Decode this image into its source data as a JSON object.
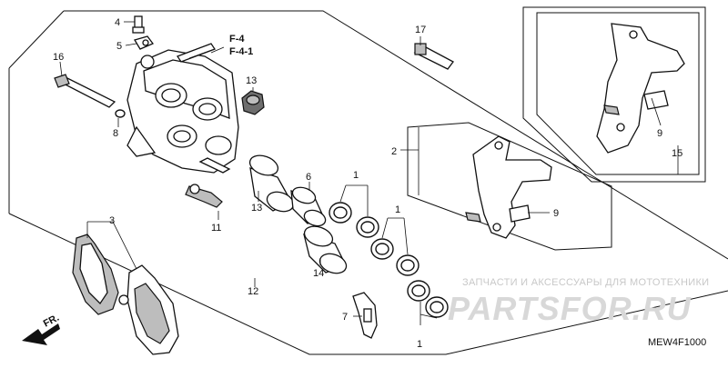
{
  "diagram": {
    "code": "MEW4F1000",
    "refs": [
      "F-4",
      "F-4-1"
    ],
    "front_label": "FR."
  },
  "callouts": [
    {
      "id": "c1a",
      "text": "1"
    },
    {
      "id": "c1b",
      "text": "1"
    },
    {
      "id": "c1c",
      "text": "1"
    },
    {
      "id": "c2",
      "text": "2"
    },
    {
      "id": "c3",
      "text": "3"
    },
    {
      "id": "c4",
      "text": "4"
    },
    {
      "id": "c5",
      "text": "5"
    },
    {
      "id": "c6",
      "text": "6"
    },
    {
      "id": "c7",
      "text": "7"
    },
    {
      "id": "c8",
      "text": "8"
    },
    {
      "id": "c9a",
      "text": "9"
    },
    {
      "id": "c9b",
      "text": "9"
    },
    {
      "id": "c11",
      "text": "11"
    },
    {
      "id": "c12",
      "text": "12"
    },
    {
      "id": "c13a",
      "text": "13"
    },
    {
      "id": "c13b",
      "text": "13"
    },
    {
      "id": "c14",
      "text": "14"
    },
    {
      "id": "c15",
      "text": "15"
    },
    {
      "id": "c16",
      "text": "16"
    },
    {
      "id": "c17",
      "text": "17"
    }
  ],
  "watermark": {
    "caption": "ЗАПЧАСТИ И АКСЕССУАРЫ ДЛЯ МОТОТЕХНИКИ",
    "brand": "PARTSFOR.RU"
  }
}
